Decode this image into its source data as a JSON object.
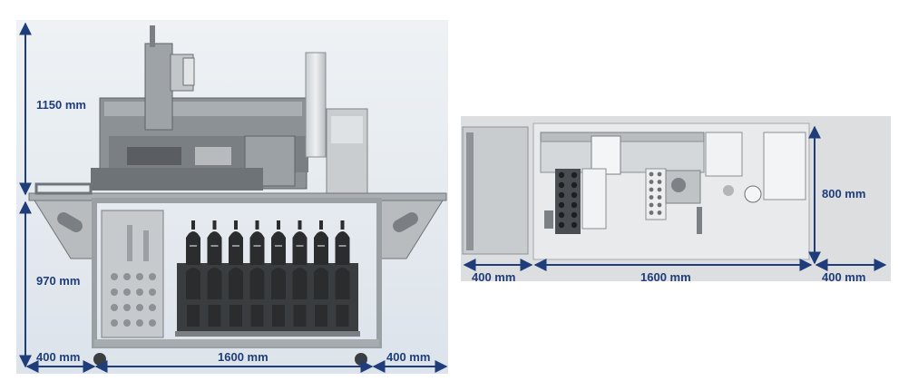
{
  "colors": {
    "dimension": "#1e3d7a",
    "panel_left": "#e6ecf1",
    "panel_right": "#dfe1e3",
    "frame": "#b8bdc2",
    "machine_dark": "#6e7378",
    "machine_mid": "#9aa0a5",
    "machine_light": "#d3d7da",
    "bottle_dark": "#2a2c2e"
  },
  "side_view": {
    "name": "side-elevation",
    "dimensions": {
      "upper_height": "1150 mm",
      "lower_height": "970 mm",
      "left_width": "400 mm",
      "middle_width": "1600 mm",
      "right_width": "400 mm"
    }
  },
  "top_view": {
    "name": "top-plan",
    "dimensions": {
      "depth": "800 mm",
      "left_width": "400 mm",
      "middle_width": "1600 mm",
      "right_width": "400 mm"
    }
  },
  "icons": [
    "arrow-icon"
  ]
}
